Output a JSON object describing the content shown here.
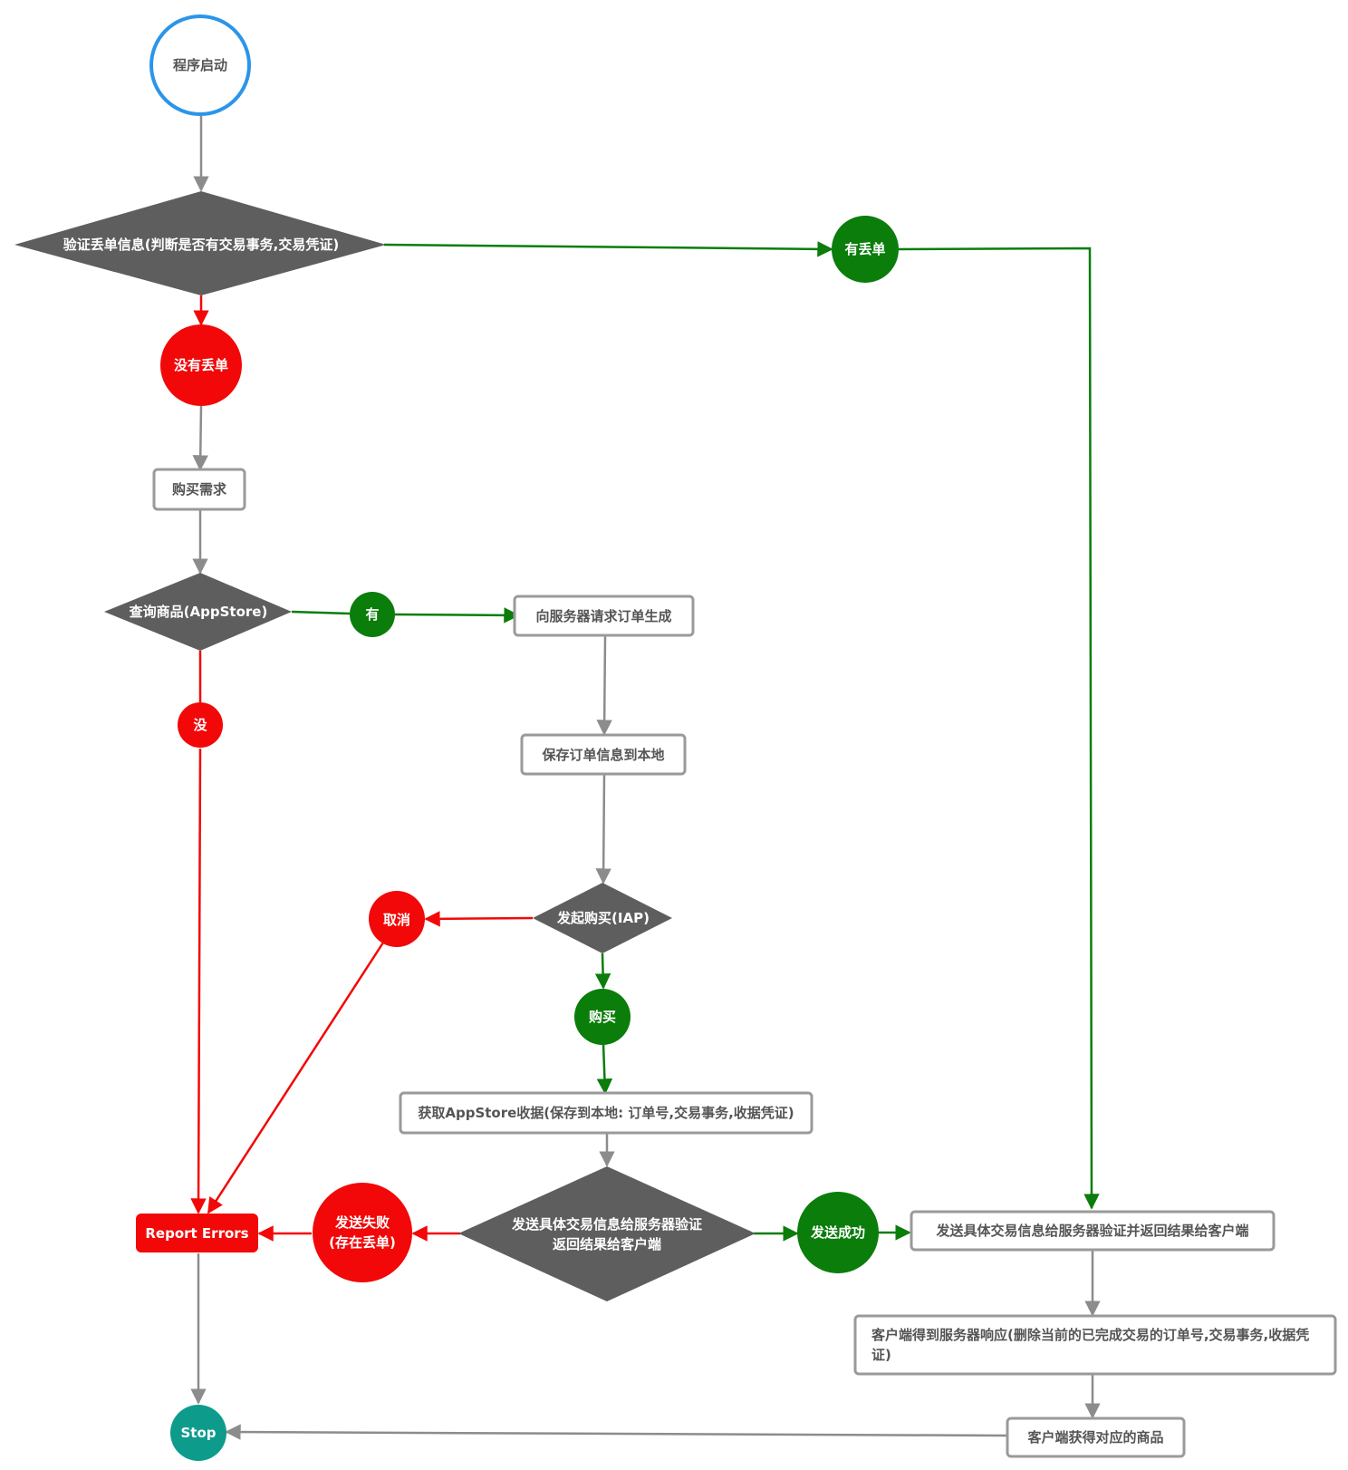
{
  "nodes": {
    "start": "程序启动",
    "verify": "验证丢单信息(判断是否有交易事务,交易凭证)",
    "has_lost": "有丢单",
    "no_lost": "没有丢单",
    "purchase_need": "购买需求",
    "query_product": "查询商品(AppStore)",
    "yes": "有",
    "no": "没",
    "request_order": "向服务器请求订单生成",
    "save_order": "保存订单信息到本地",
    "initiate_purchase": "发起购买(IAP)",
    "cancel": "取消",
    "buy": "购买",
    "get_receipt": "获取AppStore收据(保存到本地: 订单号,交易事务,收据凭证)",
    "send_verify_line1": "发送具体交易信息给服务器验证",
    "send_verify_line2": "返回结果给客户端",
    "send_fail_line1": "发送失败",
    "send_fail_line2": "(存在丢单)",
    "report_errors": "Report Errors",
    "send_success": "发送成功",
    "send_verify_return": "发送具体交易信息给服务器验证并返回结果给客户端",
    "client_response": "客户端得到服务器响应(删除当前的已完成交易的订单号,交易事务,收据凭证)",
    "client_goods": "客户端获得对应的商品",
    "stop": "Stop"
  },
  "colors": {
    "start_ring": "#2b95e9",
    "decision": "#5e5e5e",
    "green": "#0a7d0a",
    "red": "#f20808",
    "teal": "#0d9c8c",
    "gray_line": "#8c8c8c",
    "box_border": "#9a9a9a"
  }
}
